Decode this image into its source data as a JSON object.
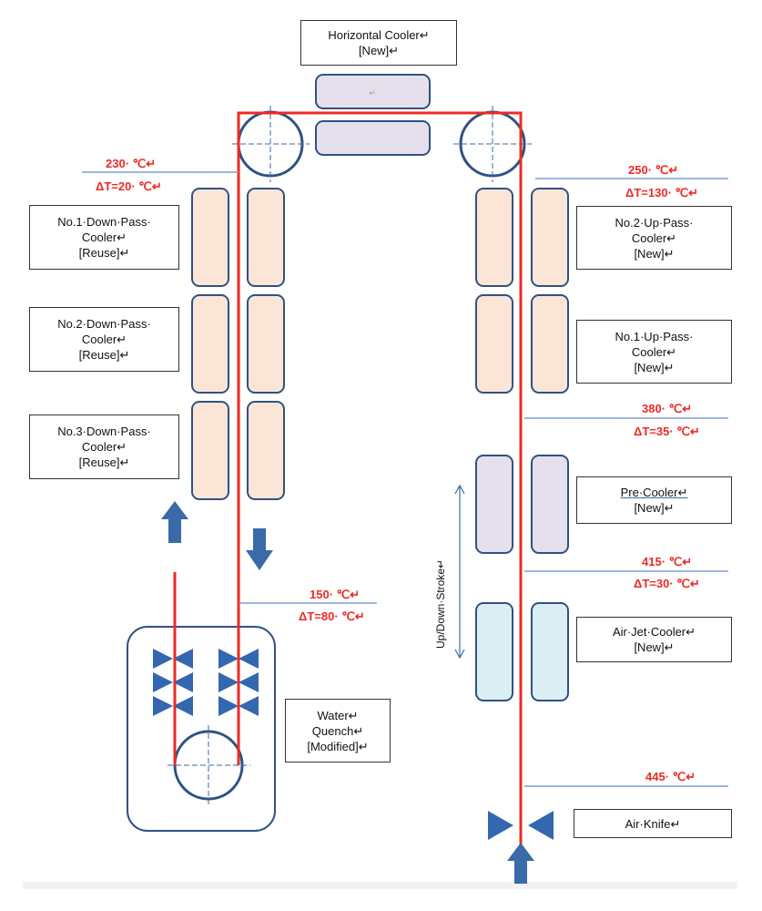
{
  "labels": {
    "horizontal_cooler": [
      "Horizontal Cooler↵",
      "[New]↵"
    ],
    "horizontal_cooler_box": "↵",
    "down1": [
      "No.1·Down·Pass·",
      "Cooler↵",
      "[Reuse]↵"
    ],
    "down2": [
      "No.2·Down·Pass·",
      "Cooler↵",
      "[Reuse]↵"
    ],
    "down3": [
      "No.3·Down·Pass·",
      "Cooler↵",
      "[Reuse]↵"
    ],
    "up2": [
      "No.2·Up·Pass·",
      "Cooler↵",
      "[New]↵"
    ],
    "up1": [
      "No.1·Up·Pass·",
      "Cooler↵",
      "[New]↵"
    ],
    "pre": [
      "Pre·Cooler↵",
      "[New]↵"
    ],
    "airjet": [
      "Air·Jet·Cooler↵",
      "[New]↵"
    ],
    "water": [
      "Water↵",
      "Quench↵",
      "[Modified]↵"
    ],
    "airknife": [
      "Air·Knife↵"
    ],
    "stroke": "Up/Down·Stroke↵"
  },
  "temperatures": {
    "t230": "230· ℃↵",
    "dt20": "ΔT=20· ℃↵",
    "t250": "250· ℃↵",
    "dt130": "ΔT=130· ℃↵",
    "t380": "380· ℃↵",
    "dt35": "ΔT=35· ℃↵",
    "t415": "415· ℃↵",
    "dt30": "ΔT=30· ℃↵",
    "t150": "150· ℃↵",
    "dt80": "ΔT=80· ℃↵",
    "t445": "445· ℃↵"
  },
  "colors": {
    "strip": "#ee2a24",
    "outline": "#2f5283",
    "arrow": "#3a6aa8",
    "temp_line": "#7f9fcf",
    "reuse_cooler_fill": "#fbe5d6",
    "new_cooler_fill": "#e6e0ec",
    "airjet_fill": "#dbeef4",
    "nozzle": "#3367b0"
  }
}
